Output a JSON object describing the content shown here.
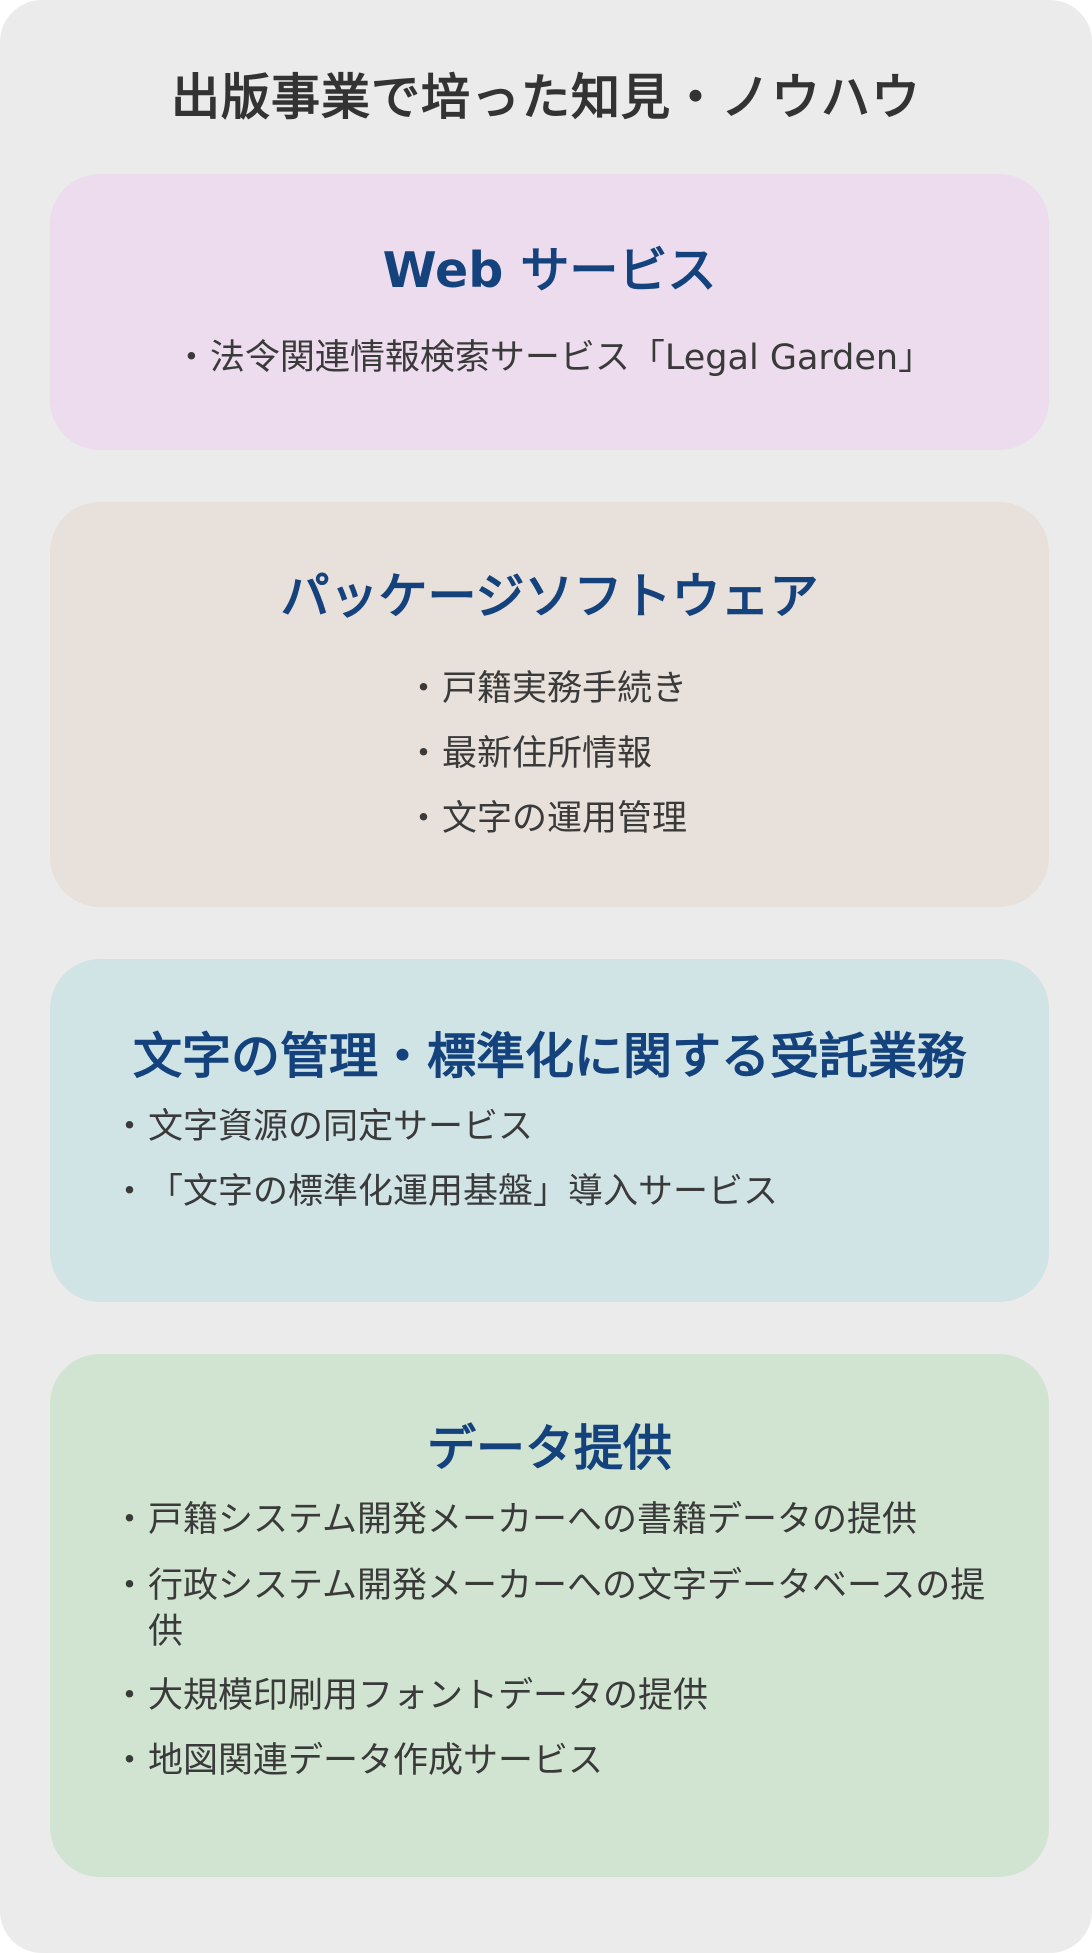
{
  "title": "出版事業で培った知見・ノウハウ",
  "bullet": "・",
  "sections": [
    {
      "title": "Web サービス",
      "items": [
        "法令関連情報検索サービス「Legal Garden」"
      ]
    },
    {
      "title": "パッケージソフトウェア",
      "items": [
        "戸籍実務手続き",
        "最新住所情報",
        "文字の運用管理"
      ]
    },
    {
      "title": "文字の管理・標準化に関する受託業務",
      "items": [
        "文字資源の同定サービス",
        "「文字の標準化運用基盤」導入サービス"
      ]
    },
    {
      "title": "データ提供",
      "items": [
        "戸籍システム開発メーカーへの書籍データの提供",
        "行政システム開発メーカーへの文字データベースの提供",
        "大規模印刷用フォントデータの提供",
        "地図関連データ作成サービス"
      ]
    }
  ],
  "colors": {
    "page_background": "#ebebeb",
    "title_text": "#333333",
    "section_title": "#14427d",
    "web_card": "#ecdced",
    "package_card": "#e8e0da",
    "character_card": "#d0e3e5",
    "data_card": "#d1e4d1"
  }
}
